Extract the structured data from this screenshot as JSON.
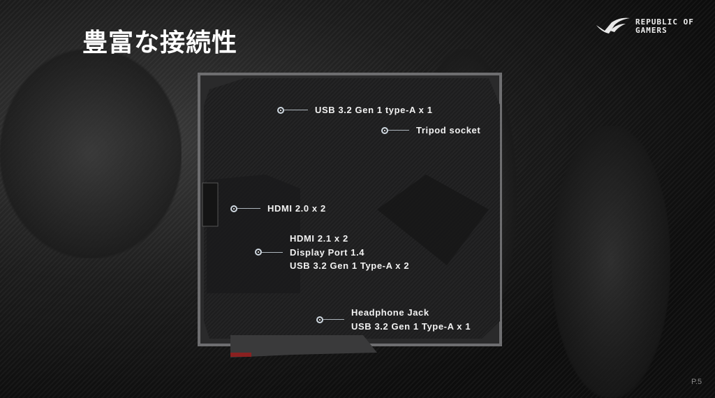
{
  "slide": {
    "title": "豊富な接続性",
    "page_number": "P.5"
  },
  "logo": {
    "line1": "REPUBLIC OF",
    "line2": "GAMERS",
    "icon": "rog-eye-icon"
  },
  "callouts": [
    {
      "lines": [
        "USB 3.2 Gen 1 type-A x 1"
      ]
    },
    {
      "lines": [
        "Tripod socket"
      ]
    },
    {
      "lines": [
        "HDMI 2.0 x 2"
      ]
    },
    {
      "lines": [
        "HDMI 2.1 x 2",
        "Display Port 1.4",
        "USB 3.2 Gen 1 Type-A x 2"
      ]
    },
    {
      "lines": [
        "Headphone Jack",
        "USB 3.2 Gen 1 Type-A x 1"
      ]
    }
  ]
}
